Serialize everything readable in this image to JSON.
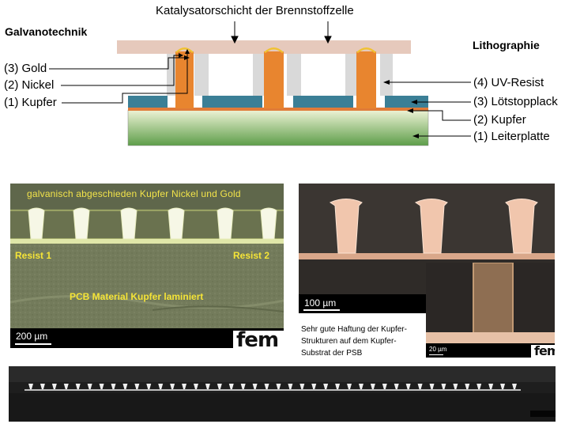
{
  "diagram": {
    "top_label": "Katalysatorschicht der Brennstoffzelle",
    "left_heading": "Galvanotechnik",
    "right_heading": "Lithographie",
    "left_labels": [
      "(3) Gold",
      "(2) Nickel",
      "(1) Kupfer"
    ],
    "right_labels": [
      "(4) UV-Resist",
      "(3) Lötstopplack",
      "(2) Kupfer",
      "(1) Leiterplatte"
    ],
    "colors": {
      "catalyst": "#e6c9bc",
      "resist": "#d9d9d9",
      "copper_pillar": "#e8852f",
      "gold": "#f1c232",
      "solder_mask": "#3b7f96",
      "copper_layer": "#e07b39",
      "pcb_top": "#eef3d6",
      "pcb_bottom": "#5e9e4a"
    }
  },
  "micro_left": {
    "top_caption": "galvanisch abgeschieden Kupfer Nickel und Gold",
    "resist1": "Resist 1",
    "resist2": "Resist 2",
    "material": "PCB Material Kupfer laminiert",
    "scale": "200 µm",
    "logo": "fem"
  },
  "micro_right": {
    "scale": "100 µm",
    "inset_scale": "20 µm",
    "caption_lines": [
      "Sehr gute Haftung der Kupfer-",
      "Strukturen auf dem Kupfer-",
      "Substrat der PSB"
    ],
    "logo": "fem"
  },
  "bottom_strip": {
    "pillar_count": 42
  }
}
